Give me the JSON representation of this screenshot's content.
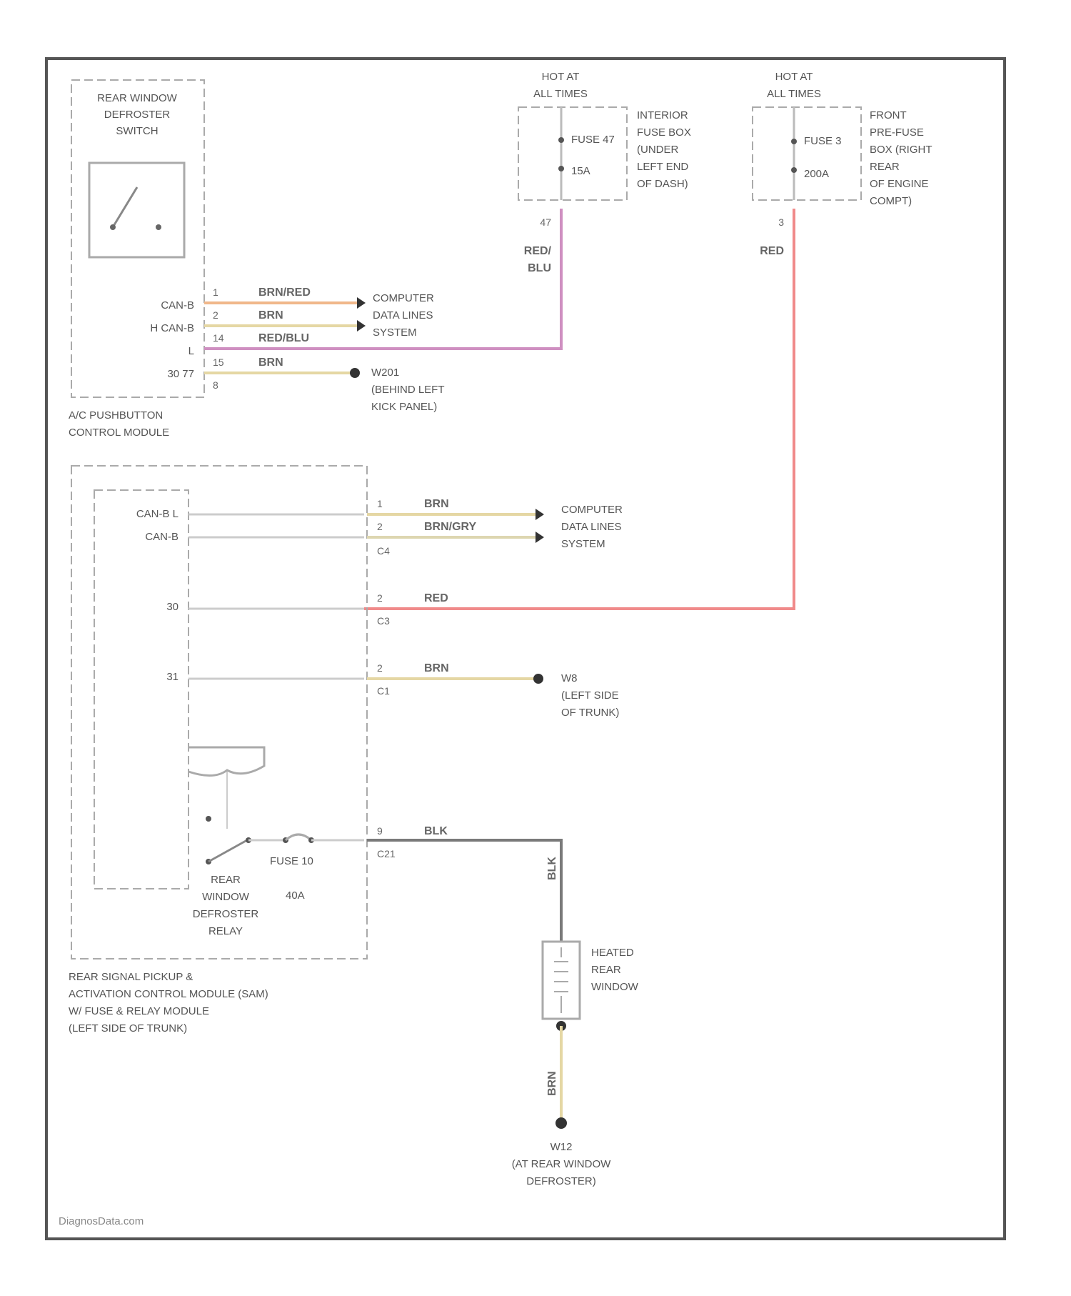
{
  "footer": "DiagnosData.com",
  "switch_box": {
    "title": [
      "REAR WINDOW",
      "DEFROSTER",
      "SWITCH"
    ],
    "pins": {
      "can_b_label": "CAN-B",
      "hcan_b_label": "H CAN-B",
      "l_label": "L",
      "ground_label": "30 77",
      "pin1": "1",
      "pin2": "2",
      "pin14": "14",
      "pin15": "15",
      "pin8": "8"
    },
    "caption": [
      "A/C PUSHBUTTON",
      "CONTROL MODULE"
    ]
  },
  "fuse_int": {
    "hot": [
      "HOT AT",
      "ALL TIMES"
    ],
    "fuse": "FUSE 47",
    "amps": "15A",
    "location": [
      "INTERIOR",
      "FUSE BOX",
      "(UNDER",
      "LEFT END",
      "OF DASH)"
    ],
    "pin": "47"
  },
  "fuse_front": {
    "hot": [
      "HOT AT",
      "ALL TIMES"
    ],
    "fuse": "FUSE 3",
    "amps": "200A",
    "location": [
      "FRONT",
      "PRE-FUSE",
      "BOX (RIGHT",
      "REAR",
      "OF ENGINE",
      "COMPT)"
    ],
    "pin": "3"
  },
  "wires": {
    "brn_red": "BRN/RED",
    "brn_1": "BRN",
    "red_blu": "RED/BLU",
    "brn_2": "BRN",
    "red_blu_vert": [
      "RED/",
      "BLU"
    ],
    "red_vert": "RED",
    "brn_3": "BRN",
    "brn_gry": "BRN/GRY",
    "red_h": "RED",
    "brn_4": "BRN",
    "blk_h": "BLK",
    "blk_vert": "BLK",
    "brn_vert": "BRN"
  },
  "connections": {
    "data_lines_1": [
      "COMPUTER",
      "DATA LINES",
      "SYSTEM"
    ],
    "ground_w201": [
      "W201",
      "(BEHIND LEFT",
      "KICK PANEL)"
    ],
    "data_lines_2": [
      "COMPUTER",
      "DATA LINES",
      "SYSTEM"
    ],
    "ground_w8": [
      "W8",
      "(LEFT SIDE",
      "OF TRUNK)"
    ]
  },
  "module": {
    "labels": {
      "can_bl": "CAN-B L",
      "can_b": "CAN-B",
      "p30": "30",
      "p31": "31"
    },
    "pins": {
      "c4_1": "1",
      "c4_2": "2",
      "c4_label": "C4",
      "c3_2": "2",
      "c3_label": "C3",
      "c1_2": "2",
      "c1_label": "C1",
      "c21_9": "9",
      "c21_label": "C21"
    },
    "relay": [
      "REAR",
      "WINDOW",
      "DEFROSTER",
      "RELAY"
    ],
    "fuse": "FUSE 10",
    "fuse_amps": "40A",
    "caption": [
      "REAR SIGNAL PICKUP &",
      "ACTIVATION CONTROL MODULE (SAM)",
      "W/ FUSE & RELAY MODULE",
      "(LEFT SIDE OF TRUNK)"
    ]
  },
  "heated_window": {
    "label": [
      "HEATED",
      "REAR",
      "WINDOW"
    ],
    "ground": [
      "W12",
      "(AT REAR WINDOW",
      "DEFROSTER)"
    ]
  },
  "colors": {
    "frame": "#555555",
    "dash": "#aaaaaa",
    "brn_red": "#f0b78a",
    "brn": "#e5d7a4",
    "red_blu": "#cf8fc1",
    "red": "#f08a8a",
    "blk": "#7a7a7a",
    "brn_gry": "#ddd6b0"
  }
}
